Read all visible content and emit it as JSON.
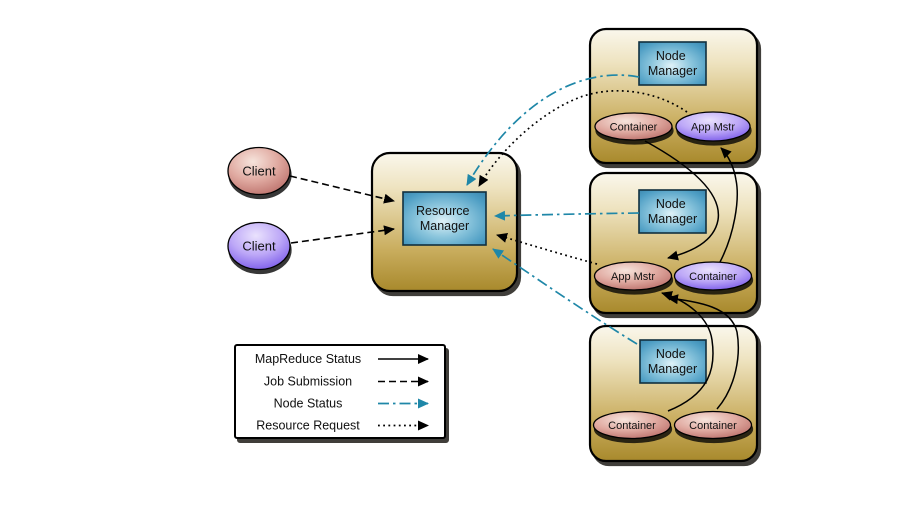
{
  "colors": {
    "node_box_top": "#faf7ec",
    "node_box_bottom": "#a8892c",
    "manager_box_blue": "#4e9ec4",
    "ellipse_pink": "#c27a74",
    "ellipse_purple": "#8668ec",
    "arrow_black": "#000000",
    "node_status_teal": "#1f87a8"
  },
  "clients": [
    {
      "label": "Client",
      "color": "pink"
    },
    {
      "label": "Client",
      "color": "purple"
    }
  ],
  "resource_manager": {
    "lines": [
      "Resource",
      "Manager"
    ]
  },
  "nodes": [
    {
      "manager_lines": [
        "Node",
        "Manager"
      ],
      "ellipses": [
        {
          "label": "Container",
          "color": "pink"
        },
        {
          "label": "App Mstr",
          "color": "purple"
        }
      ]
    },
    {
      "manager_lines": [
        "Node",
        "Manager"
      ],
      "ellipses": [
        {
          "label": "App Mstr",
          "color": "pink"
        },
        {
          "label": "Container",
          "color": "purple"
        }
      ]
    },
    {
      "manager_lines": [
        "Node",
        "Manager"
      ],
      "ellipses": [
        {
          "label": "Container",
          "color": "pink"
        },
        {
          "label": "Container",
          "color": "pink"
        }
      ]
    }
  ],
  "legend": {
    "items": [
      {
        "label": "MapReduce Status",
        "style": "solid",
        "color": "#000000"
      },
      {
        "label": "Job Submission",
        "style": "dashed",
        "color": "#000000"
      },
      {
        "label": "Node Status",
        "style": "dash-dot",
        "color": "#1f87a8"
      },
      {
        "label": "Resource Request",
        "style": "dotted",
        "color": "#000000"
      }
    ]
  },
  "connections": [
    {
      "type": "job-submission",
      "from": "client-1",
      "to": "resource-manager"
    },
    {
      "type": "job-submission",
      "from": "client-2",
      "to": "resource-manager"
    },
    {
      "type": "node-status",
      "from": "node-1-manager",
      "to": "resource-manager"
    },
    {
      "type": "node-status",
      "from": "node-2-manager",
      "to": "resource-manager"
    },
    {
      "type": "node-status",
      "from": "node-3-manager",
      "to": "resource-manager"
    },
    {
      "type": "resource-request",
      "from": "node-1-app-mstr",
      "to": "resource-manager"
    },
    {
      "type": "resource-request",
      "from": "node-2-app-mstr",
      "to": "resource-manager"
    },
    {
      "type": "mapreduce-status",
      "from": "node-1-container",
      "to": "node-2-app-mstr"
    },
    {
      "type": "mapreduce-status",
      "from": "node-2-container",
      "to": "node-1-app-mstr"
    },
    {
      "type": "mapreduce-status",
      "from": "node-3-container-1",
      "to": "node-2-app-mstr"
    },
    {
      "type": "mapreduce-status",
      "from": "node-3-container-2",
      "to": "node-2-app-mstr"
    }
  ]
}
